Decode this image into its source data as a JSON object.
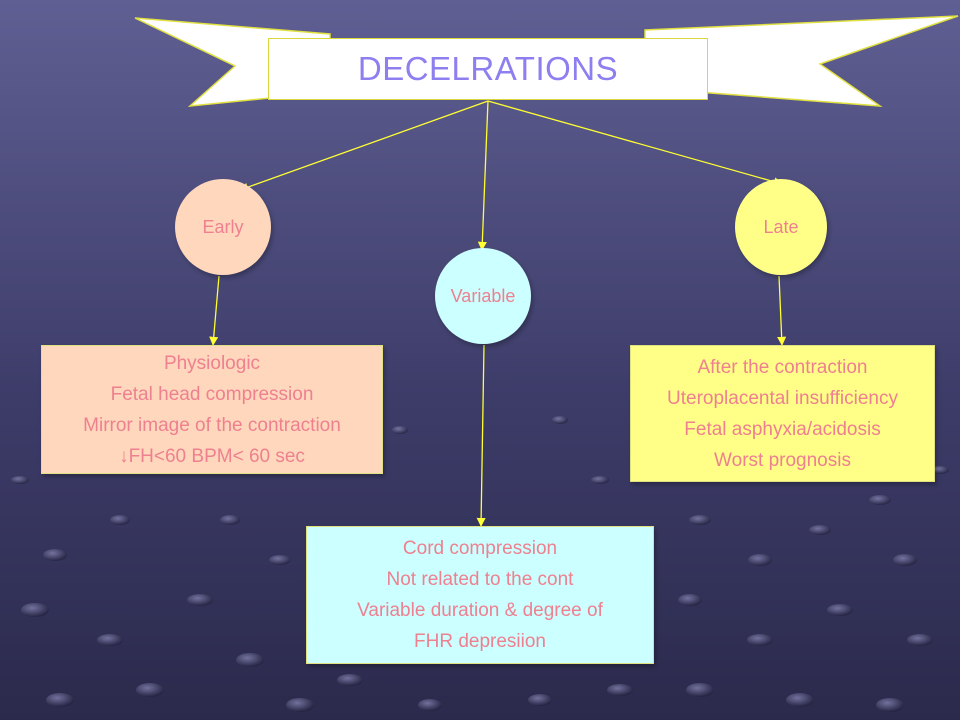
{
  "colors": {
    "early_fill": "#ffd7bc",
    "late_fill": "#ffff88",
    "variable_fill": "#ccffff",
    "text_pink": "#ee8090",
    "title_purple": "#8d7ff0",
    "connector_yellow": "#ffff33"
  },
  "diagram": {
    "title": "DECELRATIONS",
    "nodes": {
      "early": {
        "label": "Early",
        "details": [
          "Physiologic",
          "Fetal head compression",
          "Mirror image of the contraction",
          "↓FH<60 BPM< 60 sec"
        ]
      },
      "variable": {
        "label": "Variable",
        "details": [
          "Cord compression",
          "Not related to the cont",
          "Variable duration & degree of",
          "FHR depresiion"
        ]
      },
      "late": {
        "label": "Late",
        "details": [
          "After the contraction",
          "Uteroplacental insufficiency",
          "Fetal asphyxia/acidosis",
          "Worst prognosis"
        ]
      }
    }
  }
}
